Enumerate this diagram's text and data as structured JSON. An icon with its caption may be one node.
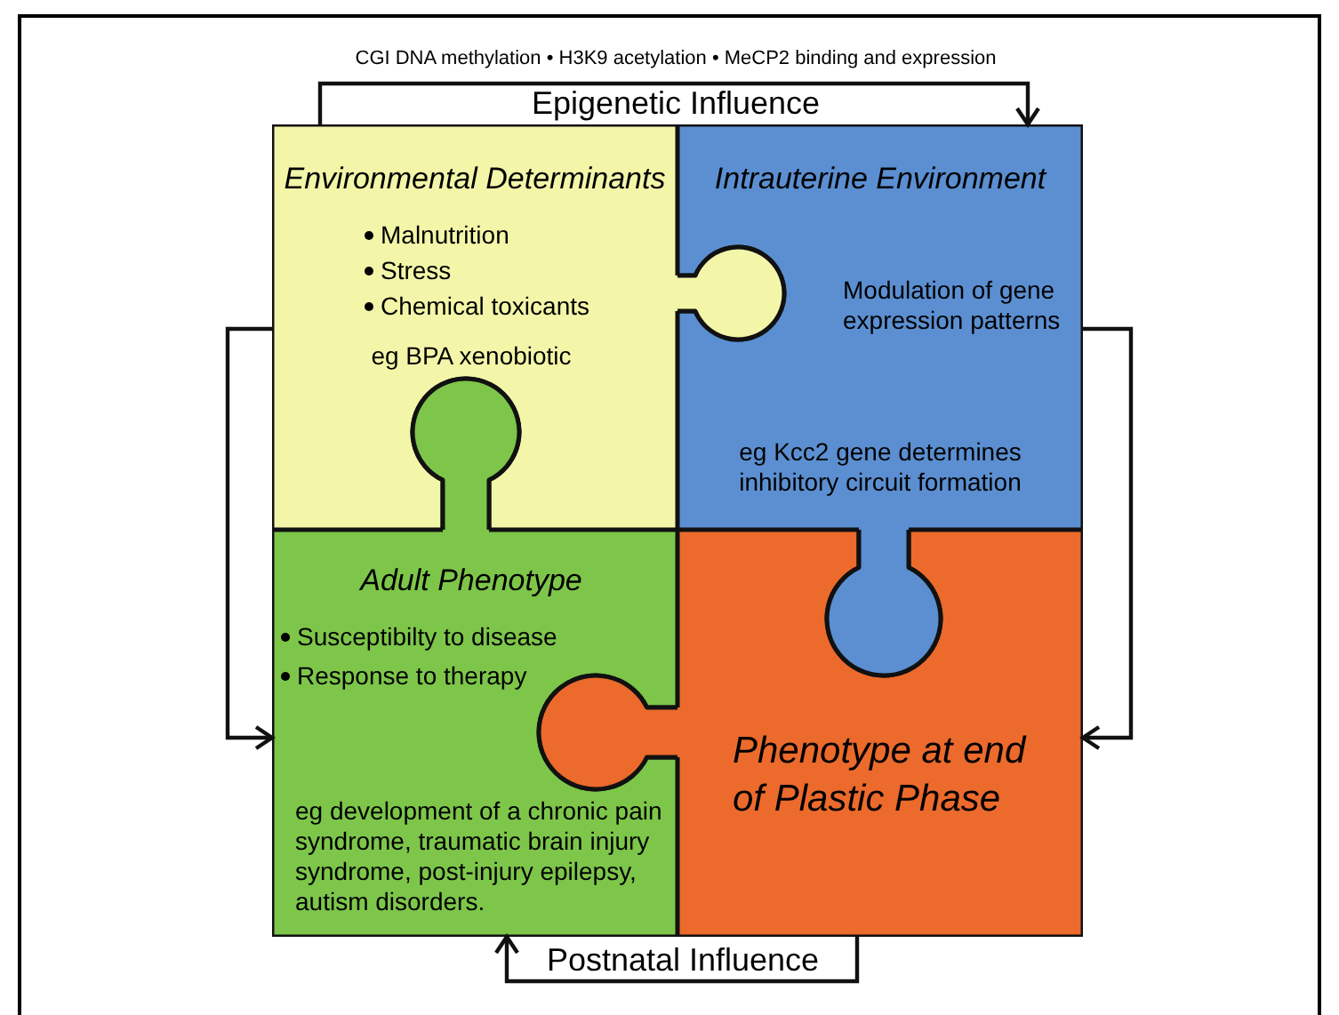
{
  "diagram": {
    "nodes": [
      {
        "text": [
          "Environmental Determinants",
          "Malnutrition",
          "Stress",
          "Chemical toxicants",
          "eg BPA xenobiotic"
        ]
      },
      {
        "text": [
          "Intrauterine Environment",
          "Modulation of gene expression patterns",
          "eg Kcc2 gene determines inhibitory circuit formation"
        ]
      },
      {
        "text": [
          "Adult Phenotype",
          "Susceptibilty to disease",
          "Response to therapy",
          "eg development of a chronic pain syndrome, traumatic brain injury syndrome, post-injury epilepsy, autism disorders."
        ]
      },
      {
        "text": [
          "Phenotype at end of Plastic Phase"
        ]
      }
    ],
    "edges": [
      {
        "from": 0,
        "to": 1,
        "arrow": "to",
        "label": "Epigenetic Influence"
      },
      {
        "from": 0,
        "to": 2,
        "arrow": "to"
      },
      {
        "from": 1,
        "to": 3,
        "arrow": "to"
      },
      {
        "from": 3,
        "to": 2,
        "arrow": "to",
        "label": "Postnatal Influence"
      }
    ],
    "labels": [
      "CGI DNA methylation • H3K9 acetylation • MeCP2 binding and expression"
    ]
  }
}
